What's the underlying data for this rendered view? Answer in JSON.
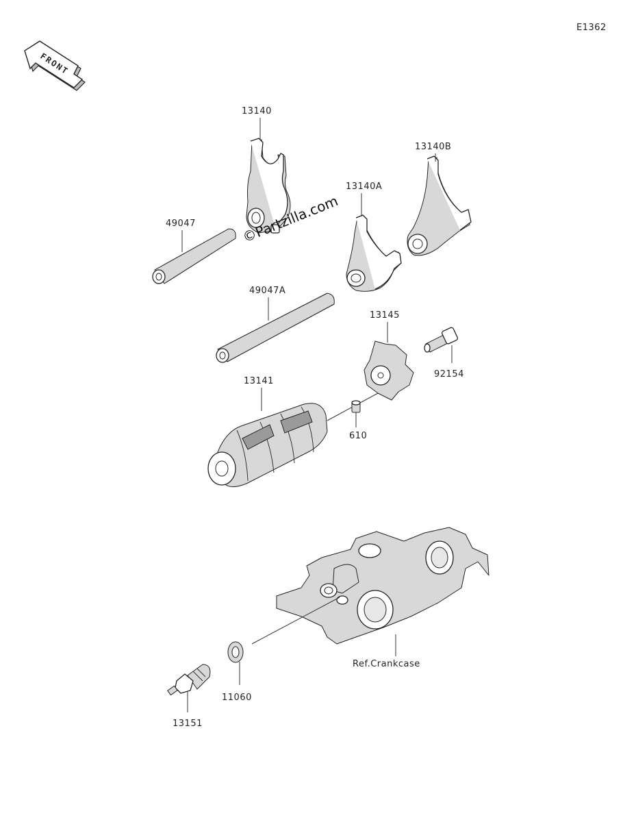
{
  "diagram_id": "E1362",
  "watermark": "©Partzilla.com",
  "front_label": "FRONT",
  "reference_label": "Ref.Crankcase",
  "parts": {
    "p13140": "13140",
    "p13140A": "13140A",
    "p13140B": "13140B",
    "p49047": "49047",
    "p49047A": "49047A",
    "p13145": "13145",
    "p92154": "92154",
    "p13141": "13141",
    "p610": "610",
    "p11060": "11060",
    "p13151": "13151"
  }
}
